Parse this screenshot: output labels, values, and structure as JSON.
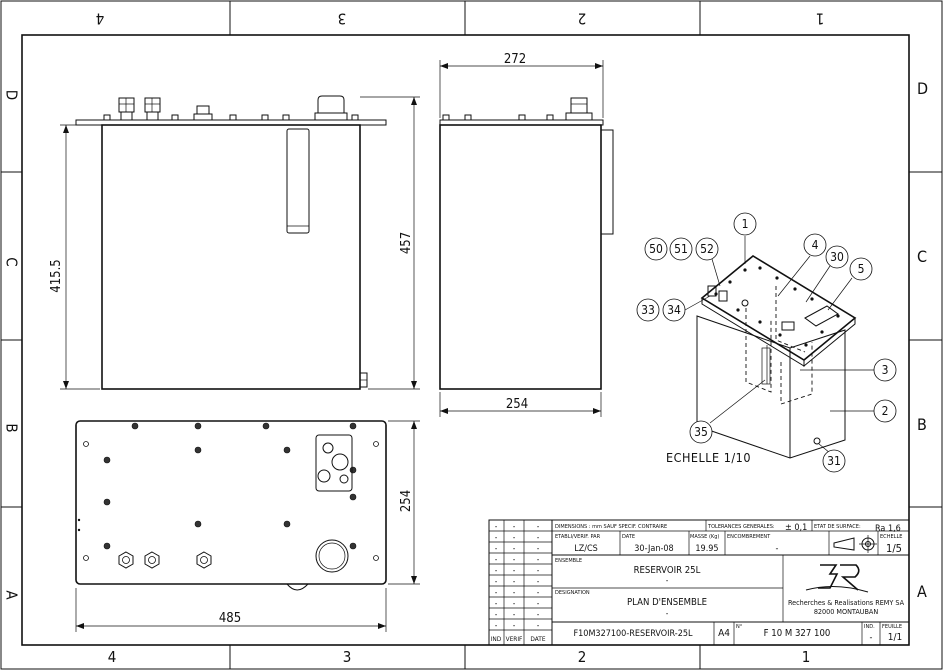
{
  "border": {
    "cols_top": [
      "4",
      "3",
      "2",
      "1"
    ],
    "cols_bottom": [
      "4",
      "3",
      "2",
      "1"
    ],
    "rows_left": [
      "D",
      "C",
      "B",
      "A"
    ],
    "rows_right": [
      "D",
      "C",
      "B",
      "A"
    ]
  },
  "dimensions": {
    "front_height": "415.5",
    "front_total_height": "457",
    "side_width_top": "272",
    "side_width_bottom": "254",
    "top_width": "485",
    "top_depth": "254"
  },
  "callouts": [
    "1",
    "4",
    "30",
    "5",
    "50",
    "51",
    "52",
    "33",
    "34",
    "3",
    "2",
    "35",
    "31"
  ],
  "scale_note": "ECHELLE 1/10",
  "title_block": {
    "dimensions_note": "DIMENSIONS : mm SAUF SPECIF. CONTRAIRE",
    "tolerances_label": "TOLERANCES GENERALES:",
    "tolerances_value": "± 0,1",
    "surface_label": "ETAT DE SURFACE:",
    "surface_value": "Ra 1,6",
    "etabli_label": "ETABLI/VERIF. PAR",
    "etabli_value": "LZ/CS",
    "date_label": "DATE",
    "date_value": "30-Jan-08",
    "masse_label": "MASSE (Kg)",
    "masse_value": "19.95",
    "encombrement_label": "ENCOMBREMENT",
    "encombrement_value": "-",
    "echelle_label": "ECHELLE",
    "echelle_value": "1/5",
    "ensemble_label": "ENSEMBLE",
    "ensemble_value": "RESERVOIR 25L",
    "ensemble_sub": "-",
    "designation_label": "DESIGNATION",
    "designation_value": "PLAN D'ENSEMBLE",
    "designation_sub": "-",
    "company_logo": "3R",
    "company_name": "Recherches & Realisations REMY SA",
    "company_city": "82000 MONTAUBAN",
    "file_name": "F10M327100-RESERVOIR-25L",
    "format": "A4",
    "number_label": "N°",
    "number_value": "F 10 M 327 100",
    "ind_label": "IND.",
    "ind_value": "-",
    "feuille_label": "FEUILLE",
    "feuille_value": "1/1",
    "rev_headers": [
      "IND",
      "VERIF",
      "DATE"
    ],
    "rev_dash": "-"
  }
}
